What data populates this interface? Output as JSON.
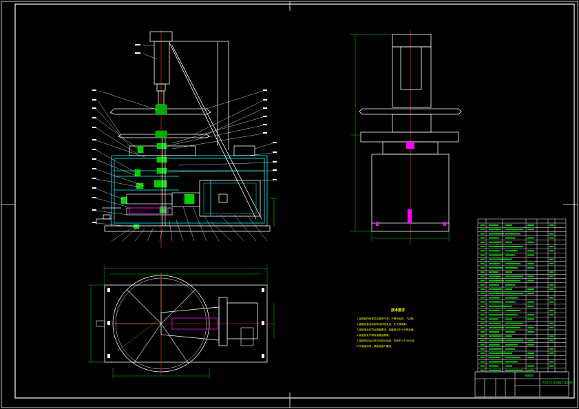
{
  "drawing": {
    "colors": {
      "background": "#000000",
      "frame": "#ffffff",
      "outline": "#ffffff",
      "hidden": "#00ffff",
      "dimension": "#00ff00",
      "center": "#ff3333",
      "section": "#ff00ff",
      "yellow": "#ffff00",
      "table_text": "#00ff00"
    },
    "tech_requirements": {
      "title": "技术要求",
      "lines": [
        "1.装配前所有零件应清洗干净，不得有毛刺、飞边等。",
        "2.装配后各运动部件应转动灵活，无卡滞现象。",
        "3.齿轮啮合应符合精度要求，接触斑点不小于规定值。",
        "4.各密封处不得有渗漏油现象。",
        "5.装配完成后应进行空载试运转，时间不少于30分钟。",
        "6.外表面涂漆，颜色按用户要求。"
      ]
    },
    "title_block": {
      "drawing_name": "装配图",
      "company": "XXXX大学机械工程学院"
    }
  }
}
